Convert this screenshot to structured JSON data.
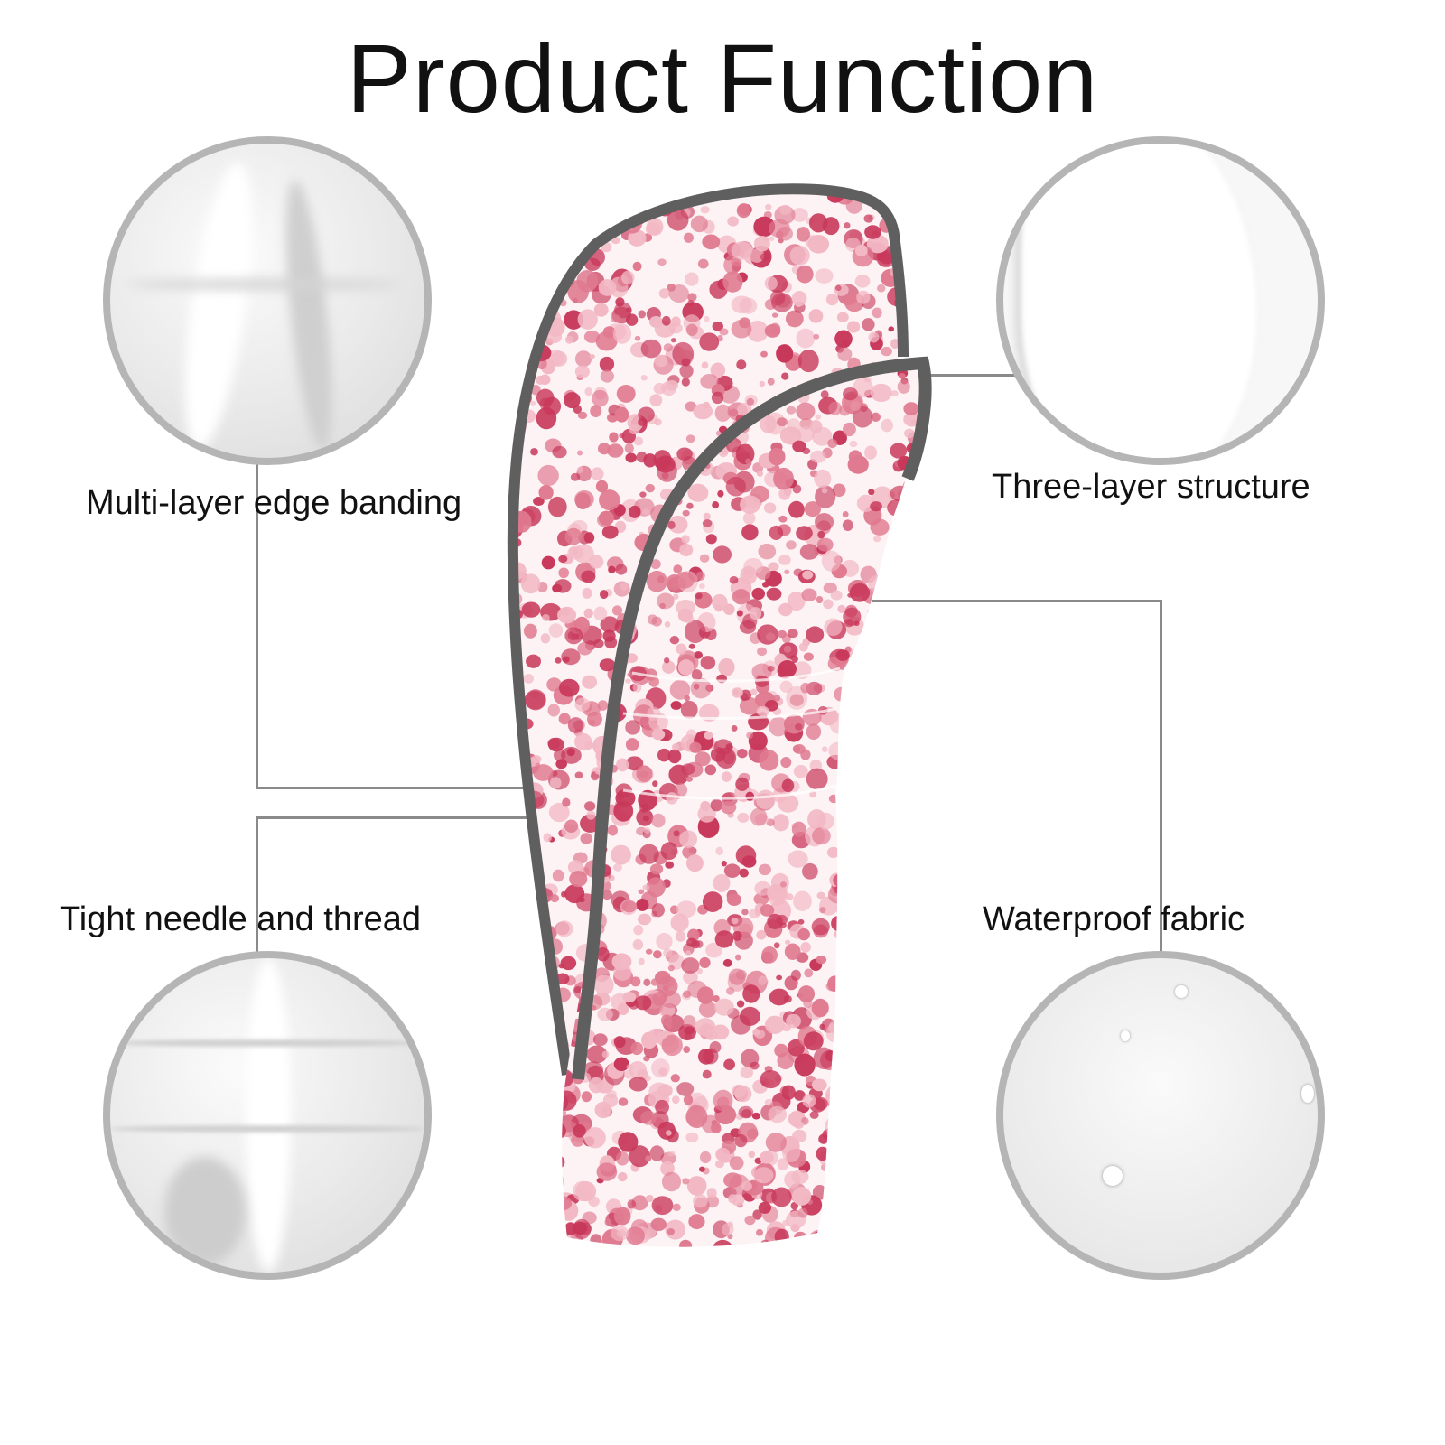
{
  "title": "Product Function",
  "features": [
    {
      "label": "Multi-layer edge banding",
      "detail": "edge-banding-closeup"
    },
    {
      "label": "Three-layer structure",
      "detail": "three-layer-closeup"
    },
    {
      "label": "Tight needle and thread",
      "detail": "stitching-closeup"
    },
    {
      "label": "Waterproof fabric",
      "detail": "water-droplets-closeup"
    }
  ],
  "colors": {
    "circle_border": "#b5b5b5",
    "connector": "#8a8a8a",
    "trim": "#5f5f5f",
    "dot_dark": "#c8385a",
    "dot_mid": "#e07a90",
    "dot_light": "#f2b8c4"
  }
}
